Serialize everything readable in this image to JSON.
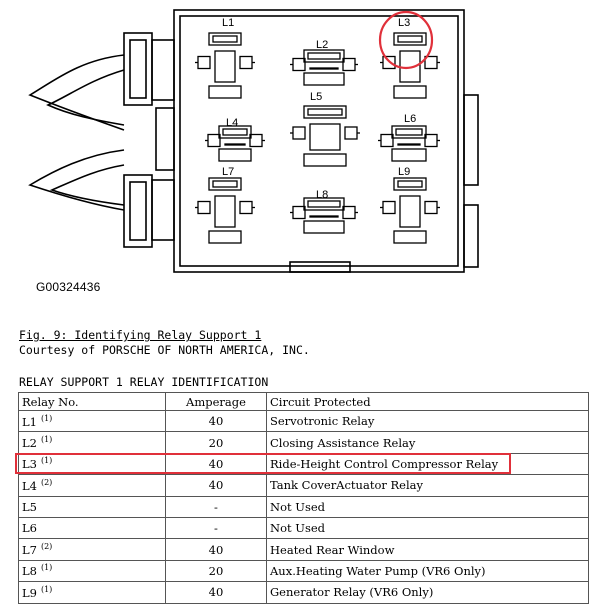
{
  "diagram": {
    "figure_id": "G00324436",
    "relay_labels": [
      "L1",
      "L2",
      "L3",
      "L4",
      "L5",
      "L6",
      "L7",
      "L8",
      "L9"
    ],
    "highlight_color": "#e0303a",
    "highlighted_relay": "L3"
  },
  "caption": {
    "title": "Fig. 9: Identifying Relay Support 1",
    "courtesy": "Courtesy of PORSCHE OF NORTH AMERICA, INC."
  },
  "table": {
    "heading": "RELAY SUPPORT 1 RELAY IDENTIFICATION",
    "columns": [
      "Relay No.",
      "Amperage",
      "Circuit Protected"
    ],
    "rows": [
      {
        "relay": "L1",
        "note": "(1)",
        "amperage": "40",
        "circuit": "Servotronic Relay"
      },
      {
        "relay": "L2",
        "note": "(1)",
        "amperage": "20",
        "circuit": "Closing Assistance Relay"
      },
      {
        "relay": "L3",
        "note": "(1)",
        "amperage": "40",
        "circuit": "Ride-Height Control Compressor Relay"
      },
      {
        "relay": "L4",
        "note": "(2)",
        "amperage": "40",
        "circuit": "Tank CoverActuator Relay"
      },
      {
        "relay": "L5",
        "note": "",
        "amperage": "-",
        "circuit": "Not Used"
      },
      {
        "relay": "L6",
        "note": "",
        "amperage": "-",
        "circuit": "Not Used"
      },
      {
        "relay": "L7",
        "note": "(2)",
        "amperage": "40",
        "circuit": "Heated Rear Window"
      },
      {
        "relay": "L8",
        "note": "(1)",
        "amperage": "20",
        "circuit": "Aux.Heating Water Pump (VR6 Only)"
      },
      {
        "relay": "L9",
        "note": "(1)",
        "amperage": "40",
        "circuit": "Generator Relay (VR6 Only)"
      }
    ]
  }
}
